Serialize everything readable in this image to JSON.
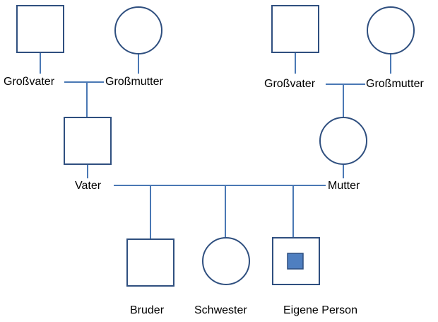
{
  "pedigree": {
    "paternal_grandfather": "Großvater",
    "paternal_grandmother": "Großmutter",
    "maternal_grandfather": "Großvater",
    "maternal_grandmother": "Großmutter",
    "father": "Vater",
    "mother": "Mutter",
    "brother": "Bruder",
    "sister": "Schwester",
    "self": "Eigene Person"
  },
  "colors": {
    "symbol_stroke": "#2f4f7f",
    "line": "#4a78b4",
    "affected_fill": "#4f7fc0"
  }
}
